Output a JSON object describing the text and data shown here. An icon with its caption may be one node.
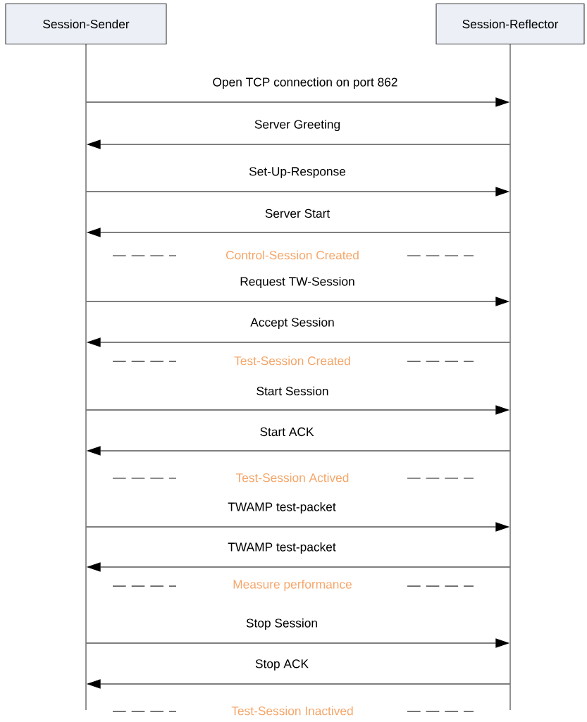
{
  "diagram": {
    "nodes": [
      {
        "text": [
          "Session-Sender"
        ]
      },
      {
        "text": [
          "Session-Reflector"
        ]
      }
    ],
    "edges": [
      {
        "from": 0,
        "to": 1,
        "arrow": "to",
        "label": "Open TCP connection on port 862"
      },
      {
        "from": 1,
        "to": 0,
        "arrow": "to",
        "label": "Server Greeting"
      },
      {
        "from": 0,
        "to": 1,
        "arrow": "to",
        "label": "Set-Up-Response"
      },
      {
        "from": 1,
        "to": 0,
        "arrow": "to",
        "label": "Server Start"
      },
      {
        "from": 0,
        "to": 1,
        "arrow": "to",
        "label": "Request TW-Session"
      },
      {
        "from": 1,
        "to": 0,
        "arrow": "to",
        "label": "Accept Session"
      },
      {
        "from": 0,
        "to": 1,
        "arrow": "to",
        "label": "Start Session"
      },
      {
        "from": 1,
        "to": 0,
        "arrow": "to",
        "label": "Start ACK"
      },
      {
        "from": 0,
        "to": 1,
        "arrow": "to",
        "label": "TWAMP test-packet"
      },
      {
        "from": 1,
        "to": 0,
        "arrow": "to",
        "label": "TWAMP test-packet"
      },
      {
        "from": 0,
        "to": 1,
        "arrow": "to",
        "label": "Stop Session"
      },
      {
        "from": 1,
        "to": 0,
        "arrow": "to",
        "label": "Stop ACK"
      }
    ],
    "labels": [
      "Control-Session Created",
      "Test-Session Created",
      "Test-Session Actived",
      "Measure performance",
      "Test-Session Inactived"
    ]
  }
}
